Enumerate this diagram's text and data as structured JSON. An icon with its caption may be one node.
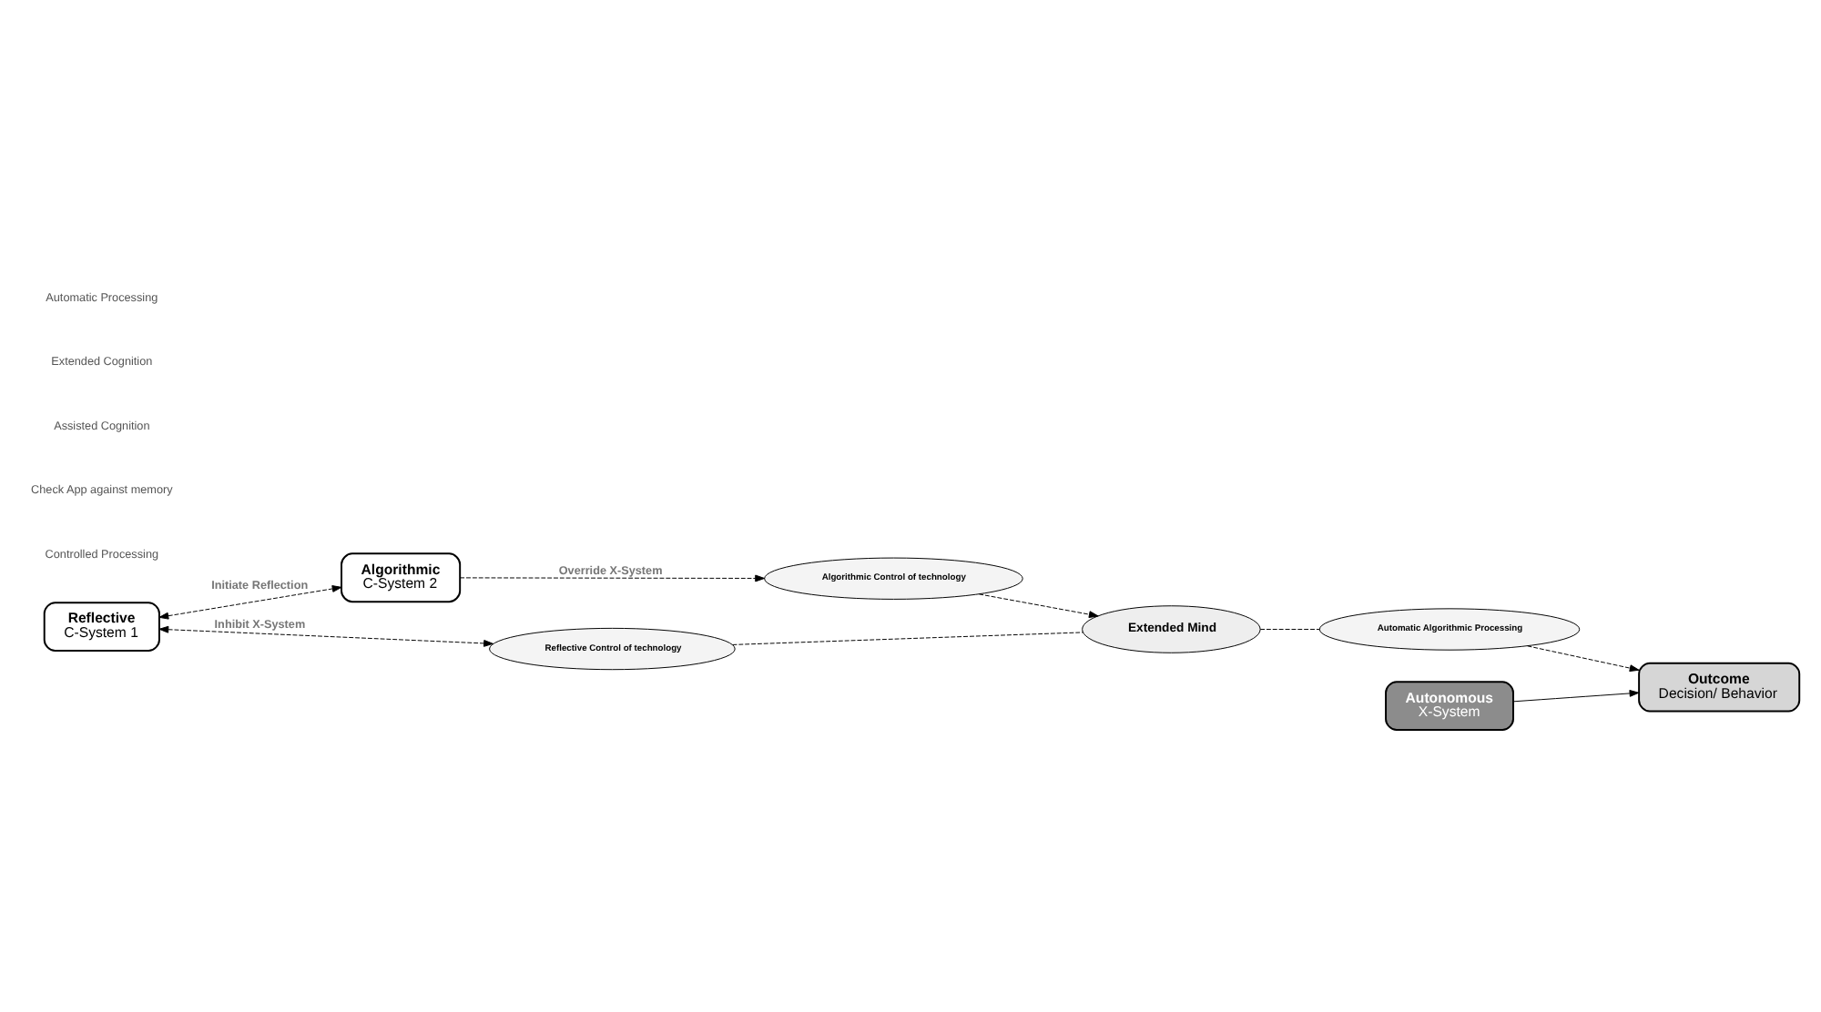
{
  "diagram": {
    "nodes": [
      {
        "text": [
          "Reflective",
          "C-System 1"
        ]
      },
      {
        "text": [
          "Algorithmic",
          "C-System 2"
        ]
      },
      {
        "text": [
          "Reflective Control of technology"
        ]
      },
      {
        "text": [
          "Algorithmic Control of technology"
        ]
      },
      {
        "text": [
          "Extended Mind"
        ]
      },
      {
        "text": [
          "Automatic Algorithmic Processing"
        ]
      },
      {
        "text": [
          "Autonomous",
          "X-System"
        ]
      },
      {
        "text": [
          "Outcome",
          "Decision/ Behavior"
        ]
      }
    ],
    "edges": [
      {
        "from": 0,
        "to": 1,
        "arrow": "both",
        "style": "dashed",
        "label": "Initiate Reflection"
      },
      {
        "from": 0,
        "to": 2,
        "arrow": "both",
        "style": "dashed",
        "label": "Inhibit X-System"
      },
      {
        "from": 1,
        "to": 3,
        "arrow": "to",
        "style": "dashed",
        "label": "Override X-System"
      },
      {
        "from": 3,
        "to": 4,
        "arrow": "to",
        "style": "dashed"
      },
      {
        "from": 2,
        "to": 4,
        "arrow": "none",
        "style": "dashed"
      },
      {
        "from": 4,
        "to": 5,
        "arrow": "none",
        "style": "dashed"
      },
      {
        "from": 5,
        "to": 7,
        "arrow": "to",
        "style": "dashed"
      },
      {
        "from": 6,
        "to": 7,
        "arrow": "to"
      }
    ],
    "labels": [
      "Controlled Processing",
      "Check App against memory",
      "Assisted Cognition",
      "Extended Cognition",
      "Automatic Processing"
    ]
  }
}
